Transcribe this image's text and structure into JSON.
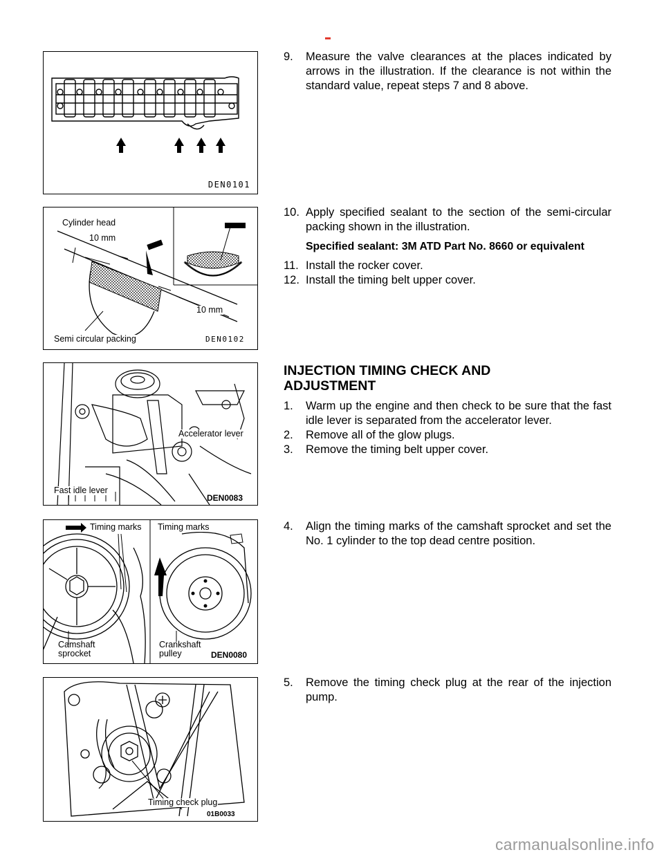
{
  "figures": {
    "f1": {
      "code": "DEN0101"
    },
    "f2": {
      "code": "DEN0102",
      "cylinder_head": "Cylinder head",
      "dim_top": "10 mm",
      "dim_bottom": "10 mm",
      "packing": "Semi circular packing"
    },
    "f3": {
      "code": "DEN0083",
      "accelerator": "Accelerator lever",
      "fast_idle": "Fast idle lever"
    },
    "f4": {
      "code": "DEN0080",
      "timing_left": "Timing marks",
      "timing_right": "Timing marks",
      "camshaft": "Camshaft",
      "sprocket": "sprocket",
      "crankshaft": "Crankshaft",
      "pulley": "pulley"
    },
    "f5": {
      "code": "01B0033",
      "timing_plug": "Timing check plug"
    }
  },
  "steps": {
    "s9": {
      "num": "9.",
      "text": "Measure the valve clearances at the places indicated by arrows in the illustration. If the clearance is not within the standard value, repeat steps 7 and 8 above."
    },
    "s10": {
      "num": "10.",
      "text": "Apply specified sealant to the section of the semi-circular packing shown in the illustration."
    },
    "spec": "Specified sealant: 3M ATD Part No. 8660 or equivalent",
    "s11": {
      "num": "11.",
      "text": "Install the rocker cover."
    },
    "s12": {
      "num": "12.",
      "text": "Install the timing belt upper cover."
    },
    "heading_line1": "INJECTION TIMING CHECK AND",
    "heading_line2": "ADJUSTMENT",
    "i1": {
      "num": "1.",
      "text": "Warm up the engine and then check to be sure that the fast idle lever is separated from the accelerator lever."
    },
    "i2": {
      "num": "2.",
      "text": "Remove all of the glow plugs."
    },
    "i3": {
      "num": "3.",
      "text": "Remove the timing belt upper cover."
    },
    "i4": {
      "num": "4.",
      "text": "Align the timing marks of the camshaft sprocket and set the No. 1 cylinder to the top dead centre position."
    },
    "i5": {
      "num": "5.",
      "text": "Remove the timing check plug at the rear of the injection pump."
    }
  },
  "watermark": "carmanualsonline.info"
}
